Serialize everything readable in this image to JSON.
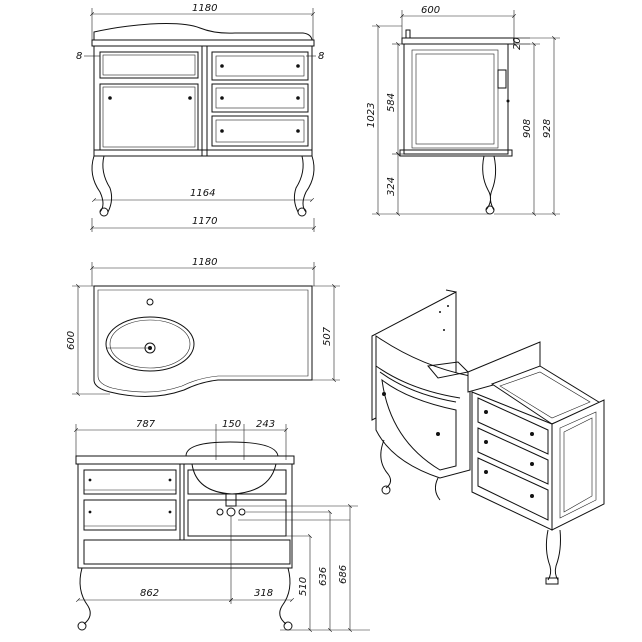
{
  "drawing": {
    "front_view": {
      "width_top": "1180",
      "inner_width": "1164",
      "base_width": "1170",
      "overhang_left": "8",
      "overhang_right": "8"
    },
    "side_view": {
      "depth": "600",
      "top_thickness": "20",
      "carcass_height": "584",
      "overall_height": "1023",
      "leg_height": "324",
      "height_908": "908",
      "height_928": "928"
    },
    "top_view": {
      "width": "1180",
      "depth_left": "600",
      "depth_right": "507"
    },
    "rear_view": {
      "dim_787": "787",
      "dim_150": "150",
      "dim_243": "243",
      "dim_862": "862",
      "dim_318": "318",
      "dim_510": "510",
      "dim_636": "636",
      "dim_686": "686"
    }
  }
}
